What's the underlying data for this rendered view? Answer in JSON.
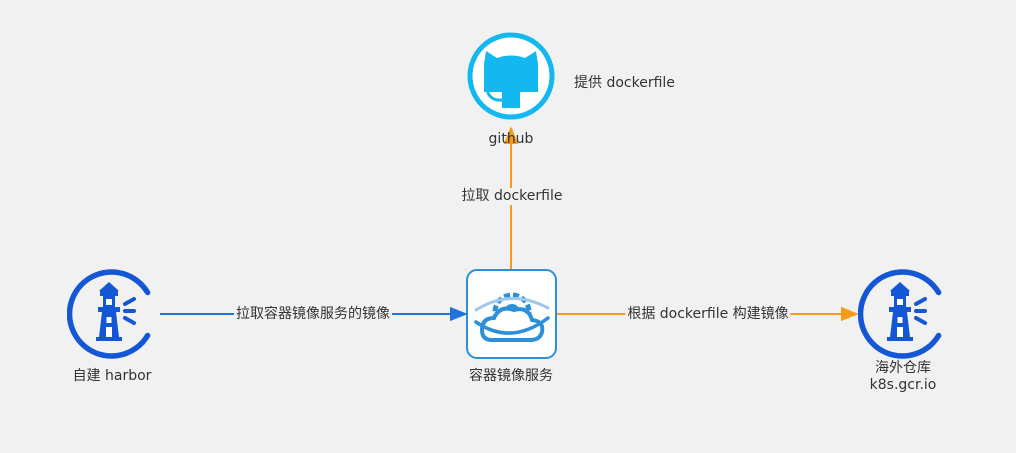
{
  "colors": {
    "background": "#f1f1f1",
    "harbor_blue": "#1457d6",
    "github_blue": "#12b8ef",
    "service_blue": "#2b8fd9",
    "arrow_blue": "#1f74d6",
    "arrow_orange": "#f79a1a",
    "text": "#333333"
  },
  "nodes": {
    "github": {
      "label": "github",
      "icon": "github-octocat-icon",
      "note": "提供 dockerfile"
    },
    "harbor_local": {
      "label": "自建 harbor",
      "icon": "harbor-lighthouse-icon"
    },
    "mirror_service": {
      "label": "容器镜像服务",
      "icon": "container-registry-cloud-gear-icon"
    },
    "overseas_registry": {
      "label_line1": "海外仓库",
      "label_line2": "k8s.gcr.io",
      "icon": "harbor-lighthouse-icon"
    }
  },
  "edges": {
    "pull_dockerfile": "拉取 dockerfile",
    "pull_mirror_images": "拉取容器镜像服务的镜像",
    "build_images": "根据 dockerfile 构建镜像"
  }
}
